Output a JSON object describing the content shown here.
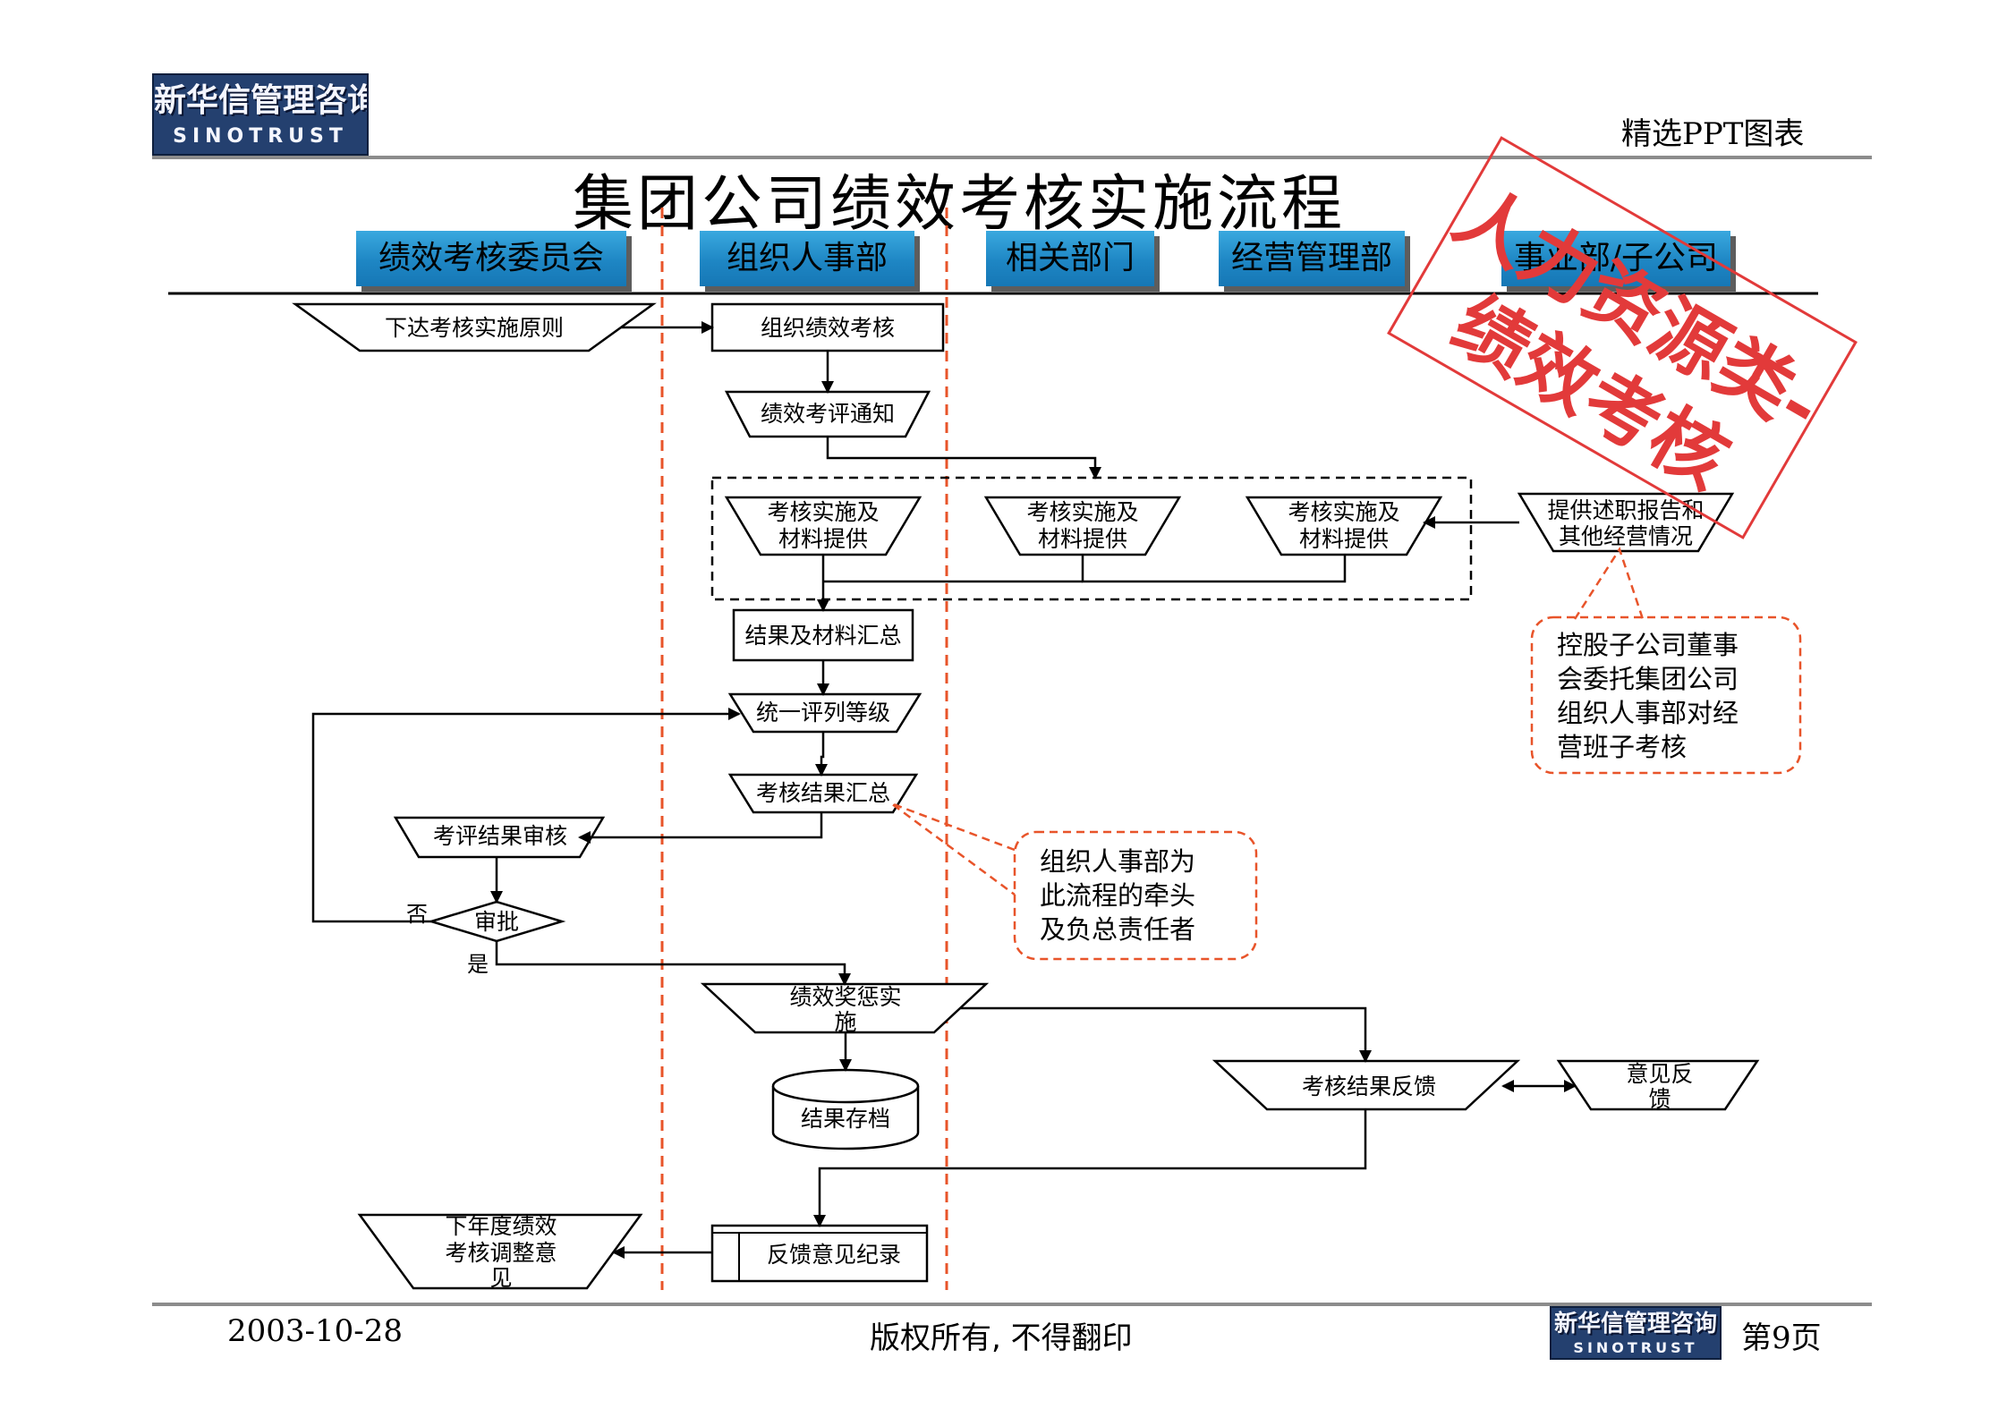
{
  "header": {
    "logo_cn": "新华信管理咨询",
    "logo_en": "SINOTRUST",
    "top_right": "精选PPT图表",
    "title": "集团公司绩效考核实施流程"
  },
  "lanes": [
    {
      "label": "绩效考核委员会"
    },
    {
      "label": "组织人事部"
    },
    {
      "label": "相关部门"
    },
    {
      "label": "经营管理部"
    },
    {
      "label": "事业部/子公司"
    }
  ],
  "nodes": {
    "issue_principles": "下达考核实施原则",
    "organize_appraisal": "组织绩效考核",
    "notice": "绩效考评通知",
    "impl_1_line1": "考核实施及",
    "impl_1_line2": "材料提供",
    "impl_2_line1": "考核实施及",
    "impl_2_line2": "材料提供",
    "impl_3_line1": "考核实施及",
    "impl_3_line2": "材料提供",
    "report_line1": "提供述职报告和",
    "report_line2": "其他经营情况",
    "summary_materials": "结果及材料汇总",
    "unified_grading": "统一评列等级",
    "result_summary": "考核结果汇总",
    "result_review": "考评结果审核",
    "approve": "审批",
    "no": "否",
    "yes": "是",
    "reward_line1": "绩效奖惩实",
    "reward_line2": "施",
    "archive": "结果存档",
    "feedback": "考核结果反馈",
    "opinion_line1": "意见反",
    "opinion_line2": "馈",
    "record": "反馈意见纪录",
    "next_year_line1": "下年度绩效",
    "next_year_line2": "考核调整意",
    "next_year_line3": "见"
  },
  "notes": {
    "subsidiary": [
      "控股子公司董事",
      "会委托集团公司",
      "组织人事部对经",
      "营班子考核"
    ],
    "lead": [
      "组织人事部为",
      "此流程的牵头",
      "及负总责任者"
    ]
  },
  "stamp": {
    "line1": "人力资源类-",
    "line2": "绩效考核"
  },
  "footer": {
    "date": "2003-10-28",
    "copyright": "版权所有, 不得翻印",
    "logo_cn": "新华信管理咨询",
    "logo_en": "SINOTRUST",
    "page": "第9页"
  },
  "colors": {
    "lane_blue": "#1e86c4",
    "divider_orange": "#e8542a",
    "stamp_red": "#e23a3a",
    "logo_navy": "#24406f"
  }
}
